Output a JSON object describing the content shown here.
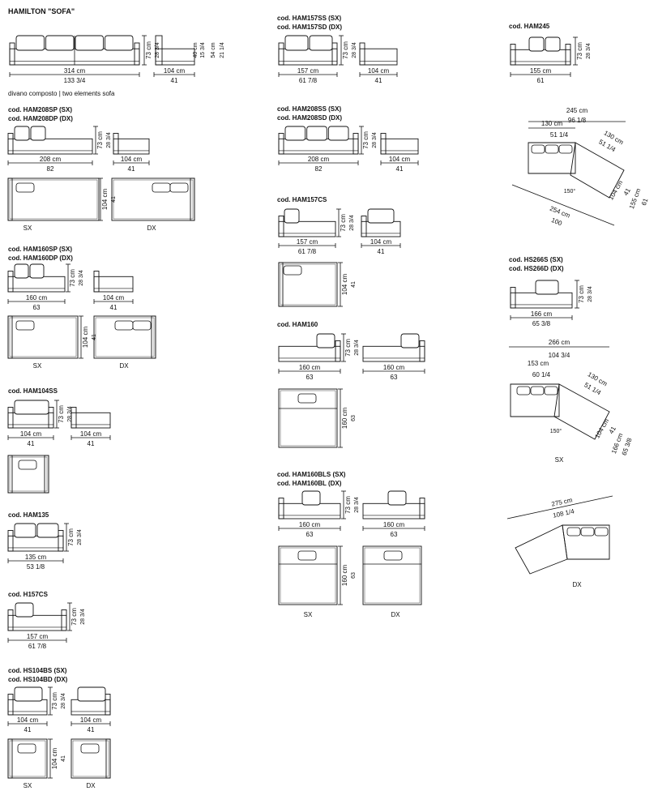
{
  "title": "HAMILTON \"SOFA\"",
  "subtitle": "divano composto  |  two elements sofa",
  "units": {
    "cm": "cm",
    "in_deg": "150°"
  },
  "sections": [
    {
      "id": "two-elements",
      "codes": [],
      "dims": {
        "w_cm": "314 cm",
        "w_in": "133 3/4",
        "d_cm": "104 cm",
        "d_in": "41",
        "h_cm": "73 cm",
        "h_in": "28 3/4",
        "seat_cm": "40 cm",
        "seat_in": "15 3/4",
        "arm_cm": "54 cm",
        "arm_in": "21 1/4"
      }
    },
    {
      "id": "HAM208",
      "codes": [
        "cod. HAM208SP (SX)",
        "cod. HAM208DP (DX)"
      ],
      "dims": {
        "w_cm": "208 cm",
        "w_in": "82",
        "d_cm": "104 cm",
        "d_in": "41",
        "h_cm": "73 cm",
        "h_in": "28 3/4"
      },
      "labels": [
        "SX",
        "DX"
      ]
    },
    {
      "id": "HAM160",
      "codes": [
        "cod. HAM160SP (SX)",
        "cod. HAM160DP (DX)"
      ],
      "dims": {
        "w_cm": "160 cm",
        "w_in": "63",
        "d_cm": "104 cm",
        "d_in": "41",
        "h_cm": "73 cm",
        "h_in": "28 3/4"
      },
      "labels": [
        "SX",
        "DX"
      ]
    },
    {
      "id": "HAM104SS",
      "codes": [
        "cod. HAM104SS"
      ],
      "dims": {
        "w_cm": "104 cm",
        "w_in": "41",
        "d_cm": "104 cm",
        "d_in": "41",
        "h_cm": "73 cm",
        "h_in": "28 3/4"
      }
    },
    {
      "id": "HAM135",
      "codes": [
        "cod. HAM135"
      ],
      "dims": {
        "w_cm": "135 cm",
        "w_in": "53 1/8",
        "h_cm": "73 cm",
        "h_in": "28 3/4"
      }
    },
    {
      "id": "H157CS",
      "codes": [
        "cod. H157CS"
      ],
      "dims": {
        "w_cm": "157 cm",
        "w_in": "61 7/8",
        "h_cm": "73 cm",
        "h_in": "28 3/4"
      }
    },
    {
      "id": "HS104",
      "codes": [
        "cod. HS104BS (SX)",
        "cod. HS104BD (DX)"
      ],
      "dims": {
        "w_cm": "104 cm",
        "w_in": "41",
        "d_cm": "104 cm",
        "d_in": "41",
        "h_cm": "73 cm",
        "h_in": "28 3/4"
      },
      "labels": [
        "SX",
        "DX"
      ]
    },
    {
      "id": "HAM157S",
      "codes": [
        "cod. HAM157SS (SX)",
        "cod. HAM157SD (DX)"
      ],
      "dims": {
        "w_cm": "157 cm",
        "w_in": "61 7/8",
        "d_cm": "104 cm",
        "d_in": "41",
        "h_cm": "73 cm",
        "h_in": "28 3/4"
      }
    },
    {
      "id": "HAM208S",
      "codes": [
        "cod. HAM208SS (SX)",
        "cod. HAM208SD (DX)"
      ],
      "dims": {
        "w_cm": "208 cm",
        "w_in": "82",
        "d_cm": "104 cm",
        "d_in": "41",
        "h_cm": "73 cm",
        "h_in": "28 3/4"
      }
    },
    {
      "id": "HAM157CS",
      "codes": [
        "cod. HAM157CS"
      ],
      "dims": {
        "w_cm": "157 cm",
        "w_in": "61 7/8",
        "d_cm": "104 cm",
        "d_in": "41",
        "h_cm": "73 cm",
        "h_in": "28 3/4"
      }
    },
    {
      "id": "HAM160P",
      "codes": [
        "cod. HAM160"
      ],
      "dims": {
        "w_cm": "160 cm",
        "w_in": "63",
        "d_cm": "160 cm",
        "d_in": "63",
        "h_cm": "73 cm",
        "h_in": "28 3/4"
      }
    },
    {
      "id": "HAM160BL",
      "codes": [
        "cod. HAM160BLS (SX)",
        "cod. HAM160BL (DX)"
      ],
      "dims": {
        "w_cm": "160 cm",
        "w_in": "63",
        "d_cm": "160 cm",
        "d_in": "63",
        "h_cm": "73 cm",
        "h_in": "28 3/4"
      },
      "labels": [
        "SX",
        "DX"
      ]
    },
    {
      "id": "HAM245",
      "codes": [
        "cod. HAM245"
      ],
      "dims": {
        "w_cm": "155 cm",
        "w_in": "61",
        "h_cm": "73 cm",
        "h_in": "28 3/4"
      }
    },
    {
      "id": "corner245",
      "codes": [],
      "dims": {
        "top_cm": "245 cm",
        "top_in": "96 1/8",
        "a_cm": "130 cm",
        "a_in": "51 1/4",
        "b_cm": "130 cm",
        "b_in": "51 1/4",
        "c_cm": "104 cm",
        "c_in": "41",
        "diag_cm": "254 cm",
        "diag_in": "100",
        "side_cm": "155 cm",
        "side_in": "61",
        "angle": "150°"
      }
    },
    {
      "id": "HS266",
      "codes": [
        "cod. HS266S (SX)",
        "cod. HS266D (DX)"
      ],
      "dims": {
        "w_cm": "166 cm",
        "w_in": "65 3/8",
        "h_cm": "73 cm",
        "h_in": "28 3/4"
      }
    },
    {
      "id": "corner266",
      "codes": [],
      "dims": {
        "top_cm": "266 cm",
        "top_in": "104 3/4",
        "a_cm": "153 cm",
        "a_in": "60 1/4",
        "b_cm": "130 cm",
        "b_in": "51 1/4",
        "c_cm": "104 cm",
        "c_in": "41",
        "side_cm": "166 cm",
        "side_in": "65 3/8",
        "angle": "150°"
      },
      "labels": [
        "SX"
      ]
    },
    {
      "id": "corner275",
      "codes": [],
      "dims": {
        "top_cm": "275 cm",
        "top_in": "108 1/4"
      },
      "labels": [
        "DX"
      ]
    }
  ]
}
